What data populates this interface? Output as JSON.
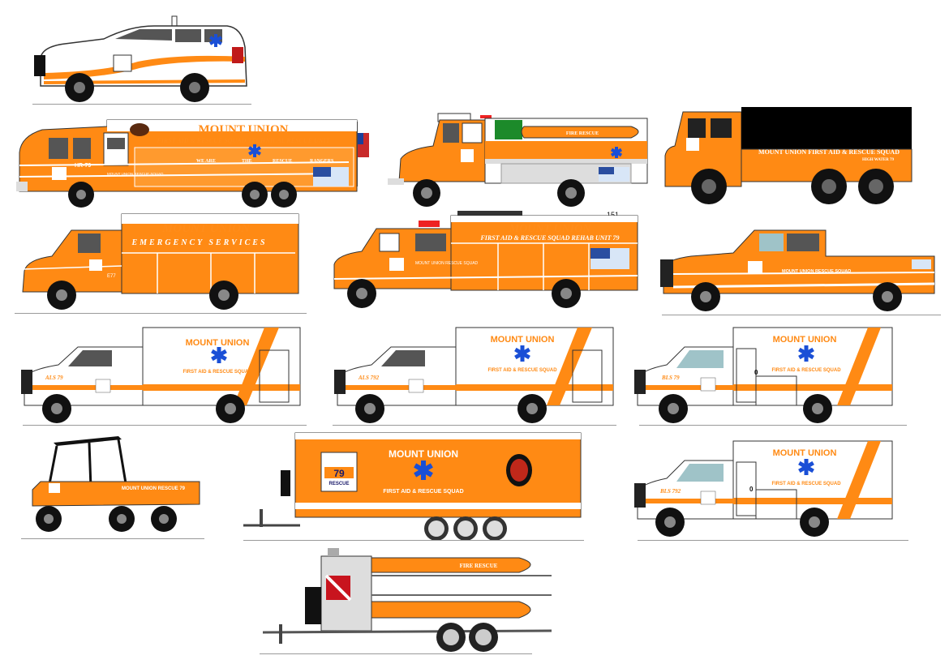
{
  "colors": {
    "orange": "#ff8a14",
    "orange_light": "#ffa23a",
    "white": "#ffffff",
    "black": "#111111",
    "grey": "#c8c8c8",
    "star_blue": "#1a4fd6",
    "tarp": "#000000",
    "glass": "#9fc3c8"
  },
  "vehicles": {
    "suv": {
      "icon": "star-of-life-icon"
    },
    "heavy_rescue": {
      "title": "MOUNT UNION",
      "subtitle": "FIRST AID & RESCUE SQUAD TECHNICAL RESCUE UNIT",
      "unit": "HR-79",
      "door_text": "MOUNT UNION RESCUE SQUAD",
      "slogan": [
        "WE ARE",
        "THE",
        "RESCUE",
        "RANGERS"
      ]
    },
    "brush_truck": {
      "boat_text": "FIRE RESCUE"
    },
    "high_water": {
      "title": "MOUNT UNION FIRST AID & RESCUE SQUAD",
      "sub": "HIGH WATER 79"
    },
    "ems_unit": {
      "title": "MOUNT UNION",
      "subtitle": "EMERGENCY SERVICES",
      "unit": "E77"
    },
    "rehab_unit": {
      "title": "MOUNT UNION",
      "subtitle": "FIRST AID & RESCUE SQUAD REHAB UNIT 79",
      "door_text": "MOUNT UNION RESCUE SQUAD",
      "roof_number": "151"
    },
    "pickup": {
      "door_text": "MOUNT UNION RESCUE SQUAD"
    },
    "ambulance_1": {
      "unit": "ALS 79",
      "title": "MOUNT UNION",
      "subtitle": "FIRST AID & RESCUE SQUAD"
    },
    "ambulance_2": {
      "unit": "ALS 792",
      "title": "MOUNT UNION",
      "subtitle": "FIRST AID & RESCUE SQUAD"
    },
    "ambulance_3": {
      "unit": "BLS 79",
      "title": "MOUNT UNION",
      "subtitle": "FIRST AID & RESCUE SQUAD",
      "marker": "0"
    },
    "utv": {
      "text": "MOUNT UNION RESCUE 79"
    },
    "trailer": {
      "title": "MOUNT UNION",
      "subtitle": "FIRST AID & RESCUE SQUAD",
      "logo_number": "79",
      "logo_text": "RESCUE"
    },
    "ambulance_4": {
      "unit": "BLS 792",
      "title": "MOUNT UNION",
      "subtitle": "FIRST AID & RESCUE SQUAD",
      "marker": "0"
    },
    "boat_trailer": {
      "boat_text": "FIRE RESCUE"
    }
  }
}
